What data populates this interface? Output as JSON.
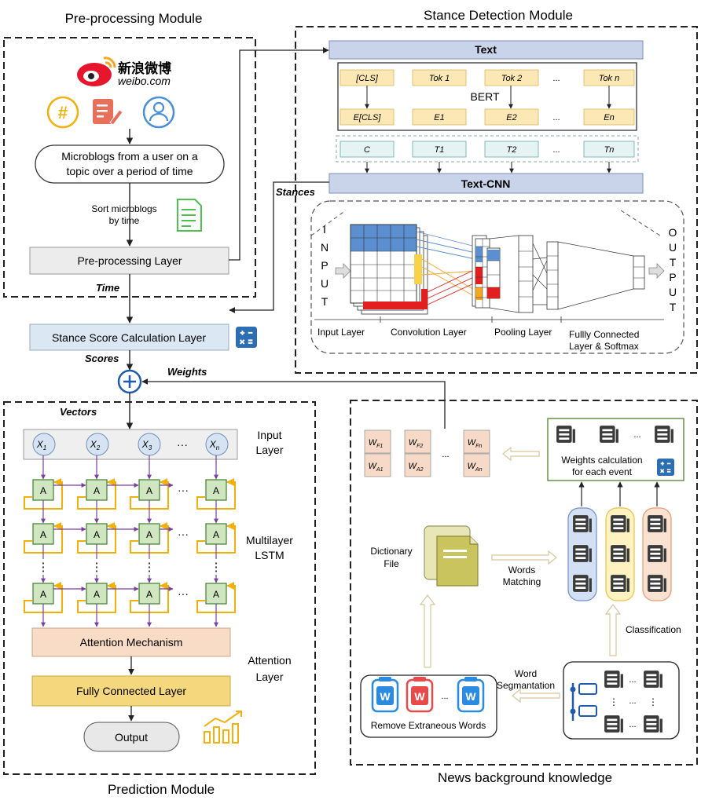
{
  "titles": {
    "preprocessing": "Pre-processing Module",
    "stance": "Stance Detection Module",
    "prediction": "Prediction Module",
    "news": "News background knowledge"
  },
  "preprocessing": {
    "logo_cn": "新浪微博",
    "logo_en": "weibo.com",
    "microblogs_l1": "Microblogs from a user on a",
    "microblogs_l2": "topic over a period of time",
    "sort_l1": "Sort microblogs",
    "sort_l2": "by time",
    "layer": "Pre-processing Layer",
    "time_label": "Time"
  },
  "stance": {
    "text": "Text",
    "tokens": [
      "[CLS]",
      "Tok 1",
      "Tok 2",
      "Tok n"
    ],
    "embeds": [
      "E[CLS]",
      "E1",
      "E2",
      "En"
    ],
    "bert": "BERT",
    "outs": [
      "C",
      "T1",
      "T2",
      "Tn"
    ],
    "ellipsis": "...",
    "textcnn": "Text-CNN",
    "stances": "Stances",
    "input_letters": [
      "I",
      "N",
      "P",
      "U",
      "T"
    ],
    "output_letters": [
      "O",
      "U",
      "T",
      "P",
      "U",
      "T"
    ],
    "input_layer": "Input Layer",
    "conv_layer": "Convolution Layer",
    "pool_layer": "Pooling Layer",
    "fc_l1": "Fullly Connected",
    "fc_l2": "Layer & Softmax"
  },
  "score": {
    "layer": "Stance Score Calculation Layer",
    "scores": "Scores",
    "weights": "Weights",
    "vectors": "Vectors"
  },
  "prediction": {
    "x": [
      {
        "base": "X",
        "sub": "1"
      },
      {
        "base": "X",
        "sub": "2"
      },
      {
        "base": "X",
        "sub": "3"
      },
      {
        "base": "X",
        "sub": "n"
      }
    ],
    "dots": "···",
    "cell": "A",
    "input_l1": "Input",
    "input_l2": "Layer",
    "lstm_l1": "Multilayer",
    "lstm_l2": "LSTM",
    "vdots": "⋮",
    "attention": "Attention Mechanism",
    "att_l1": "Attention",
    "att_l2": "Layer",
    "fc": "Fully Connected Layer",
    "output": "Output"
  },
  "news": {
    "w_top": [
      {
        "base": "W",
        "sub": "F1"
      },
      {
        "base": "W",
        "sub": "F2"
      },
      {
        "base": "W",
        "sub": "Fn"
      }
    ],
    "w_bot": [
      {
        "base": "W",
        "sub": "A1"
      },
      {
        "base": "W",
        "sub": "A2"
      },
      {
        "base": "W",
        "sub": "An"
      }
    ],
    "weights_calc_l1": "Weights calculation",
    "weights_calc_l2": "for each event",
    "dict_l1": "Dictionary",
    "dict_l2": "File",
    "matching_l1": "Words",
    "matching_l2": "Matching",
    "classification": "Classification",
    "seg_l1": "Word",
    "seg_l2": "Segmantation",
    "remove": "Remove Extraneous Words",
    "w_icon": "W"
  },
  "colors": {
    "dark_blue_bar": "#c9d3ea",
    "token_fill": "#fbe8b5",
    "out_fill": "#e6f3f3",
    "score_fill": "#dbe8f3",
    "cell_fill": "#cfe6c0",
    "cell_stroke": "#3f7f2f",
    "xnode_fill": "#d6e3f2",
    "loop_yellow": "#f2b10a",
    "arrow_purple": "#7a3f9f",
    "attention_fill": "#f9dcc6",
    "fc_fill": "#f5d77d",
    "weight_fill": "#f6d9c7",
    "plus_blue": "#1f5bb0",
    "cnn_blue": "#5b8fcf",
    "cnn_red": "#e31e1e",
    "cnn_orange": "#f5a623",
    "cnn_yellow": "#f7d24a"
  },
  "icons": [
    "weibo-logo-icon",
    "hashtag-icon",
    "edit-icon",
    "user-icon",
    "document-icon",
    "calculator-icon",
    "chart-icon",
    "news-doc-icon",
    "dictionary-file-icon",
    "list-icon",
    "w-file-icon"
  ]
}
